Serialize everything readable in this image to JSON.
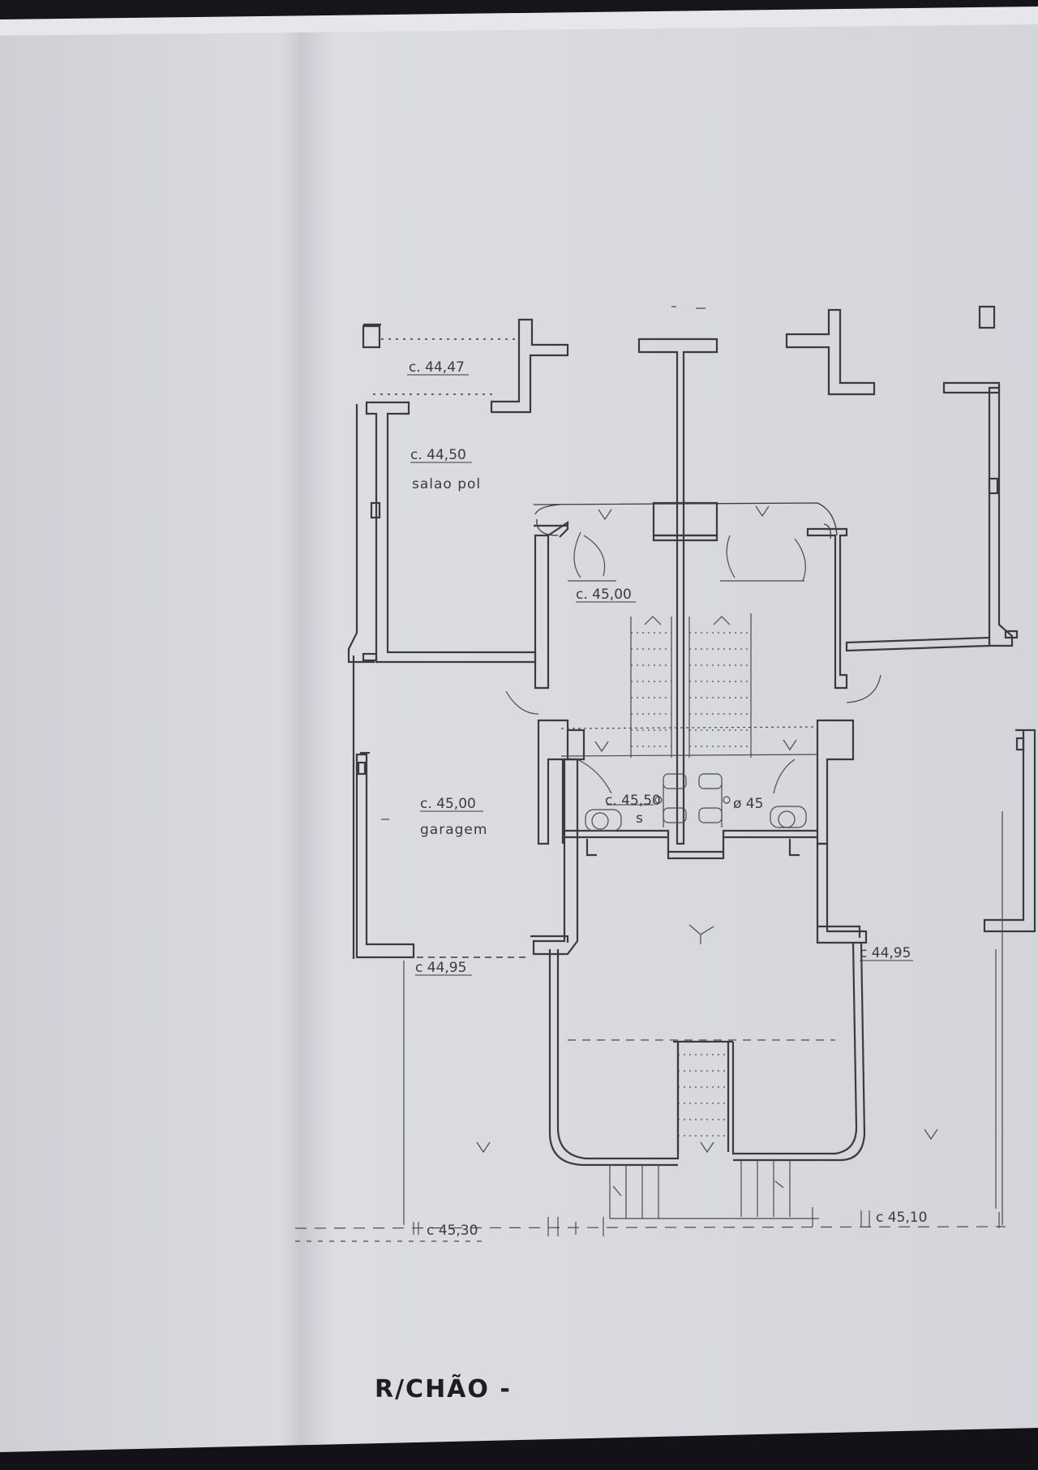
{
  "drawing": {
    "title": "R/CHÃO -",
    "rooms": [
      {
        "key": "salao",
        "name": "salao pol"
      },
      {
        "key": "garagem",
        "name": "garagem"
      }
    ],
    "levels": {
      "top_terrace": "c. 44,47",
      "salao": "c. 44,50",
      "hall": "c. 45,00",
      "wc": "c. 45,50",
      "pipe": "ø 45",
      "garagem": "c. 45,00",
      "front_left": "c 44,95",
      "front_right": "c 44,95",
      "street_left": "c 45,30",
      "street_right": "c 45,10"
    },
    "marks": {
      "wc_s": "s"
    }
  },
  "colors": {
    "paper": "#d7d8dc",
    "ink": "#3a3a40",
    "edge": "#111114"
  }
}
